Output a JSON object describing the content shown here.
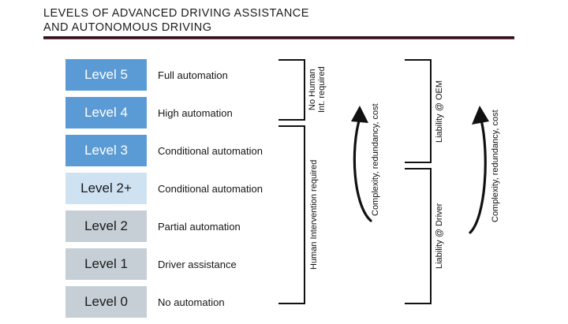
{
  "title": {
    "line1": "LEVELS OF ADVANCED DRIVING ASSISTANCE",
    "line2": "AND AUTONOMOUS DRIVING"
  },
  "colors": {
    "blue": "#5b9bd5",
    "light_blue": "#cfe2f2",
    "gray": "#c6ced6",
    "rule": "#2a1420",
    "rule_accent": "#8b3a4a",
    "line": "#111111"
  },
  "levels": [
    {
      "label": "Level 5",
      "description": "Full automation",
      "fill": "blue",
      "text_color": "#ffffff"
    },
    {
      "label": "Level 4",
      "description": "High automation",
      "fill": "blue",
      "text_color": "#ffffff"
    },
    {
      "label": "Level 3",
      "description": "Conditional automation",
      "fill": "blue",
      "text_color": "#ffffff"
    },
    {
      "label": "Level 2+",
      "description": "Conditional automation",
      "fill": "light_blue",
      "text_color": "#1a1a1a"
    },
    {
      "label": "Level 2",
      "description": "Partial automation",
      "fill": "gray",
      "text_color": "#1a1a1a"
    },
    {
      "label": "Level 1",
      "description": "Driver assistance",
      "fill": "gray",
      "text_color": "#1a1a1a"
    },
    {
      "label": "Level 0",
      "description": "No automation",
      "fill": "gray",
      "text_color": "#1a1a1a"
    }
  ],
  "brackets": {
    "automation": {
      "top_label_line1": "No Human",
      "top_label_line2": "Int. required",
      "bottom_label": "Human Intervention required",
      "arrow_label": "Complexity, redundancy, cost"
    },
    "liability": {
      "top_label": "Liability @ OEM",
      "bottom_label": "Liability @ Driver",
      "arrow_label": "Complexity, redundancy, cost"
    }
  }
}
